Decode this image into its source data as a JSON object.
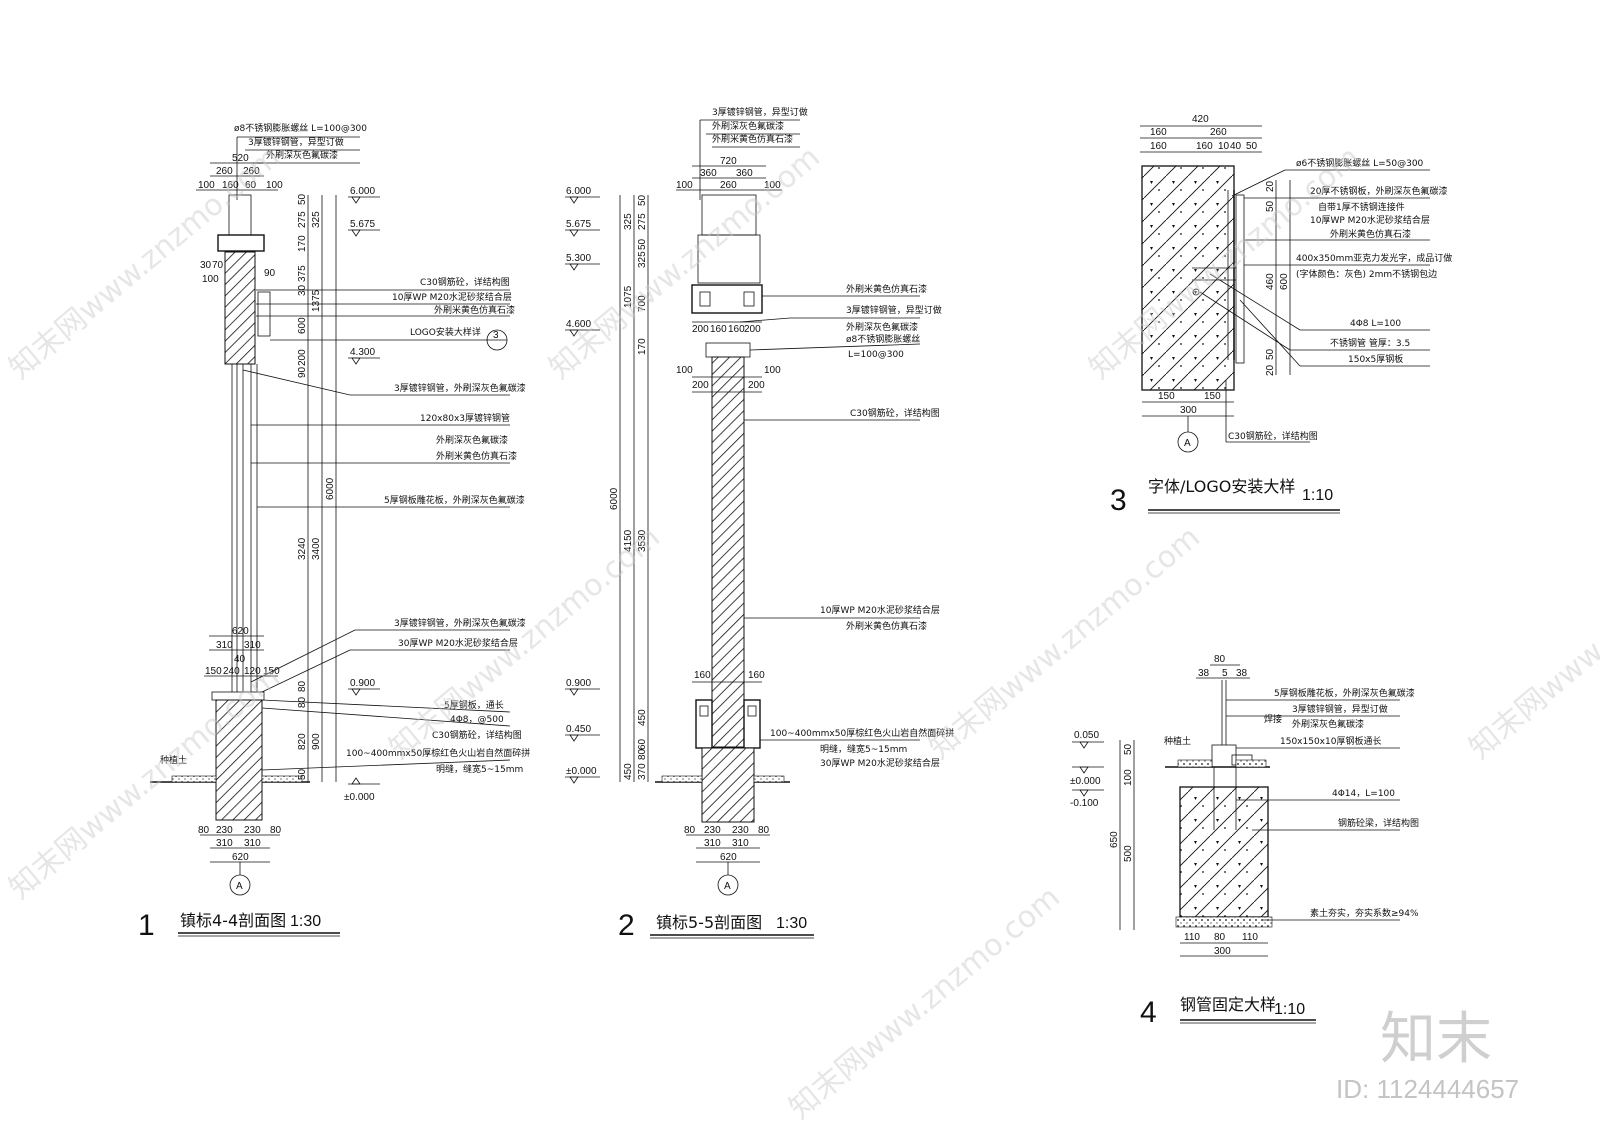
{
  "drawing1": {
    "number": "1",
    "title": "镇标4-4剖面图",
    "scale": "1:30",
    "axis": "A",
    "elevations": [
      "6.000",
      "5.675",
      "4.300",
      "0.900",
      "±0.000"
    ],
    "top_dims": [
      "520",
      "260",
      "260",
      "100",
      "160",
      "60",
      "100"
    ],
    "mid_dims": [
      "620",
      "310",
      "310",
      "40",
      "150",
      "240",
      "120",
      "150"
    ],
    "bottom_dims": [
      "80",
      "230",
      "230",
      "80",
      "310",
      "310",
      "620"
    ],
    "side_dims": [
      "30",
      "70",
      "100",
      "90"
    ],
    "vert_dims": [
      "50",
      "275",
      "170",
      "375",
      "30",
      "325",
      "1375",
      "600",
      "200",
      "90",
      "3240",
      "3400",
      "6000",
      "80",
      "80",
      "820",
      "900",
      "50"
    ],
    "top_notes": [
      "ø8不锈钢膨胀螺丝 L=100@300",
      "3厚镀锌钢管，异型订做",
      "外刷深灰色氟碳漆"
    ],
    "notes": [
      "C30钢筋砼，详结构图",
      "10厚WP M20水泥砂浆结合层",
      "外刷米黄色仿真石漆",
      "LOGO安装大样详",
      "3厚镀锌钢管，外刷深灰色氟碳漆",
      "120x80x3厚镀锌钢管",
      "外刷深灰色氟碳漆",
      "外刷米黄色仿真石漆",
      "5厚钢板雕花板，外刷深灰色氟碳漆",
      "3厚镀锌钢管，外刷深灰色氟碳漆",
      "30厚WP M20水泥砂浆结合层",
      "5厚钢板，通长",
      "4Φ8，@500",
      "C30钢筋砼，详结构图",
      "100~400mmx50厚棕红色火山岩自然面碎拼",
      "明缝，缝宽5~15mm"
    ],
    "ref": "3",
    "soil": "种植土"
  },
  "drawing2": {
    "number": "2",
    "title": "镇标5-5剖面图",
    "scale": "1:30",
    "axis": "A",
    "elevations": [
      "6.000",
      "5.675",
      "5.300",
      "4.600",
      "0.900",
      "0.450",
      "±0.000"
    ],
    "top_dims": [
      "720",
      "360",
      "360",
      "100",
      "260",
      "100"
    ],
    "mid_dims": [
      "200",
      "160",
      "160",
      "200",
      "100",
      "100",
      "200",
      "200"
    ],
    "low_dims": [
      "160",
      "160"
    ],
    "bottom_dims": [
      "80",
      "230",
      "230",
      "80",
      "310",
      "310",
      "620"
    ],
    "vert_dims": [
      "50",
      "275",
      "325",
      "50",
      "325",
      "1075",
      "700",
      "170",
      "6000",
      "4150",
      "3530",
      "450",
      "60",
      "80",
      "450",
      "370"
    ],
    "top_notes": [
      "3厚镀锌钢管，异型订做",
      "外刷深灰色氟碳漆",
      "外刷米黄色仿真石漆"
    ],
    "notes": [
      "外刷米黄色仿真石漆",
      "3厚镀锌钢管，异型订做",
      "外刷深灰色氟碳漆",
      "ø8不锈钢膨胀螺丝",
      "L=100@300",
      "C30钢筋砼，详结构图",
      "10厚WP M20水泥砂浆结合层",
      "外刷米黄色仿真石漆",
      "100~400mmx50厚棕红色火山岩自然面碎拼",
      "明缝，缝宽5~15mm",
      "30厚WP M20水泥砂浆结合层"
    ]
  },
  "drawing3": {
    "number": "3",
    "title": "字体/LOGO安装大样",
    "scale": "1:10",
    "axis": "A",
    "top_dims": [
      "420",
      "160",
      "260",
      "160",
      "160",
      "10",
      "40",
      "50"
    ],
    "bottom_dims": [
      "150",
      "150",
      "300"
    ],
    "vert_dims": [
      "20",
      "50",
      "460",
      "600",
      "50",
      "20"
    ],
    "notes": [
      "ø6不锈钢膨胀螺丝 L=50@300",
      "20厚不锈钢板，外刷深灰色氟碳漆",
      "自带1厚不锈钢连接件",
      "10厚WP M20水泥砂浆结合层",
      "外刷米黄色仿真石漆",
      "400x350mm亚克力发光字，成品订做",
      "(字体颜色：灰色) 2mm不锈钢包边",
      "4Φ8 L=100",
      "不锈钢管 管厚：3.5",
      "150x5厚钢板",
      "C30钢筋砼，详结构图"
    ]
  },
  "drawing4": {
    "number": "4",
    "title": "钢管固定大样",
    "scale": "1:10",
    "elevations": [
      "0.050",
      "±0.000",
      "-0.100"
    ],
    "top_dims": [
      "80",
      "38",
      "5",
      "38"
    ],
    "bottom_dims": [
      "110",
      "80",
      "110",
      "300"
    ],
    "vert_dims": [
      "50",
      "100",
      "650",
      "500"
    ],
    "notes": [
      "5厚钢板雕花板，外刷深灰色氟碳漆",
      "3厚镀锌钢管，异型订做",
      "外刷深灰色氟碳漆",
      "150x150x10厚钢板通长",
      "4Φ14，L=100",
      "钢筋砼梁，详结构图",
      "素土夯实，夯实系数≥94%"
    ],
    "weld": "焊接",
    "soil": "种植土"
  },
  "watermark": {
    "text": "知末网www.znzmo.com",
    "logo": "知末",
    "id": "ID: 1124444657"
  }
}
